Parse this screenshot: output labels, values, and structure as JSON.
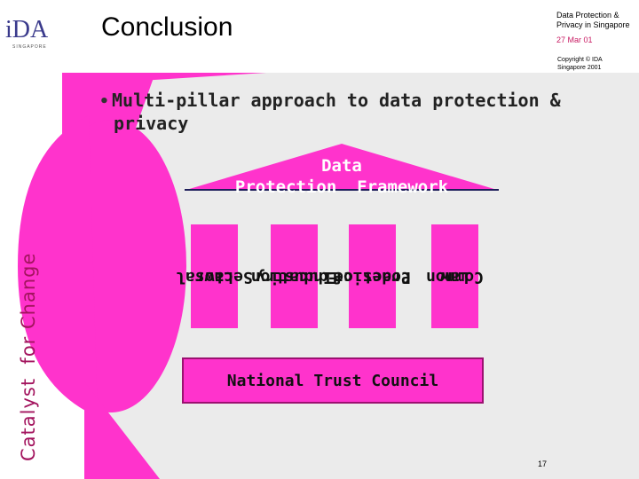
{
  "header": {
    "logo_text": "iDA",
    "logo_sub": "SINGAPORE",
    "title": "Conclusion",
    "topic_line1": "Data Protection &",
    "topic_line2": "Privacy in Singapore",
    "date": "27 Mar 01",
    "copyright_line1": "Copyright © IDA",
    "copyright_line2": "Singapore 2001"
  },
  "content": {
    "bullet_line1": "Multi-pillar approach to data protection &",
    "bullet_line2": "privacy",
    "roof_line1": "Data",
    "roof_line2": "Protection  Framework",
    "pillars": [
      {
        "line1": "Common",
        "line2": "Law"
      },
      {
        "line1": "Codes of",
        "line2": "Practice"
      },
      {
        "line1": "Industry",
        "line2": "Education"
      },
      {
        "line1": "Sectoral",
        "line2": "Laws"
      }
    ],
    "foundation": "National Trust Council"
  },
  "tagline": "Catalyst  for Change",
  "page_number": "17",
  "colors": {
    "magenta": "#ff33cc",
    "panel_gray": "#ebebeb",
    "tagline": "#a3145e",
    "date": "#c81a62"
  }
}
